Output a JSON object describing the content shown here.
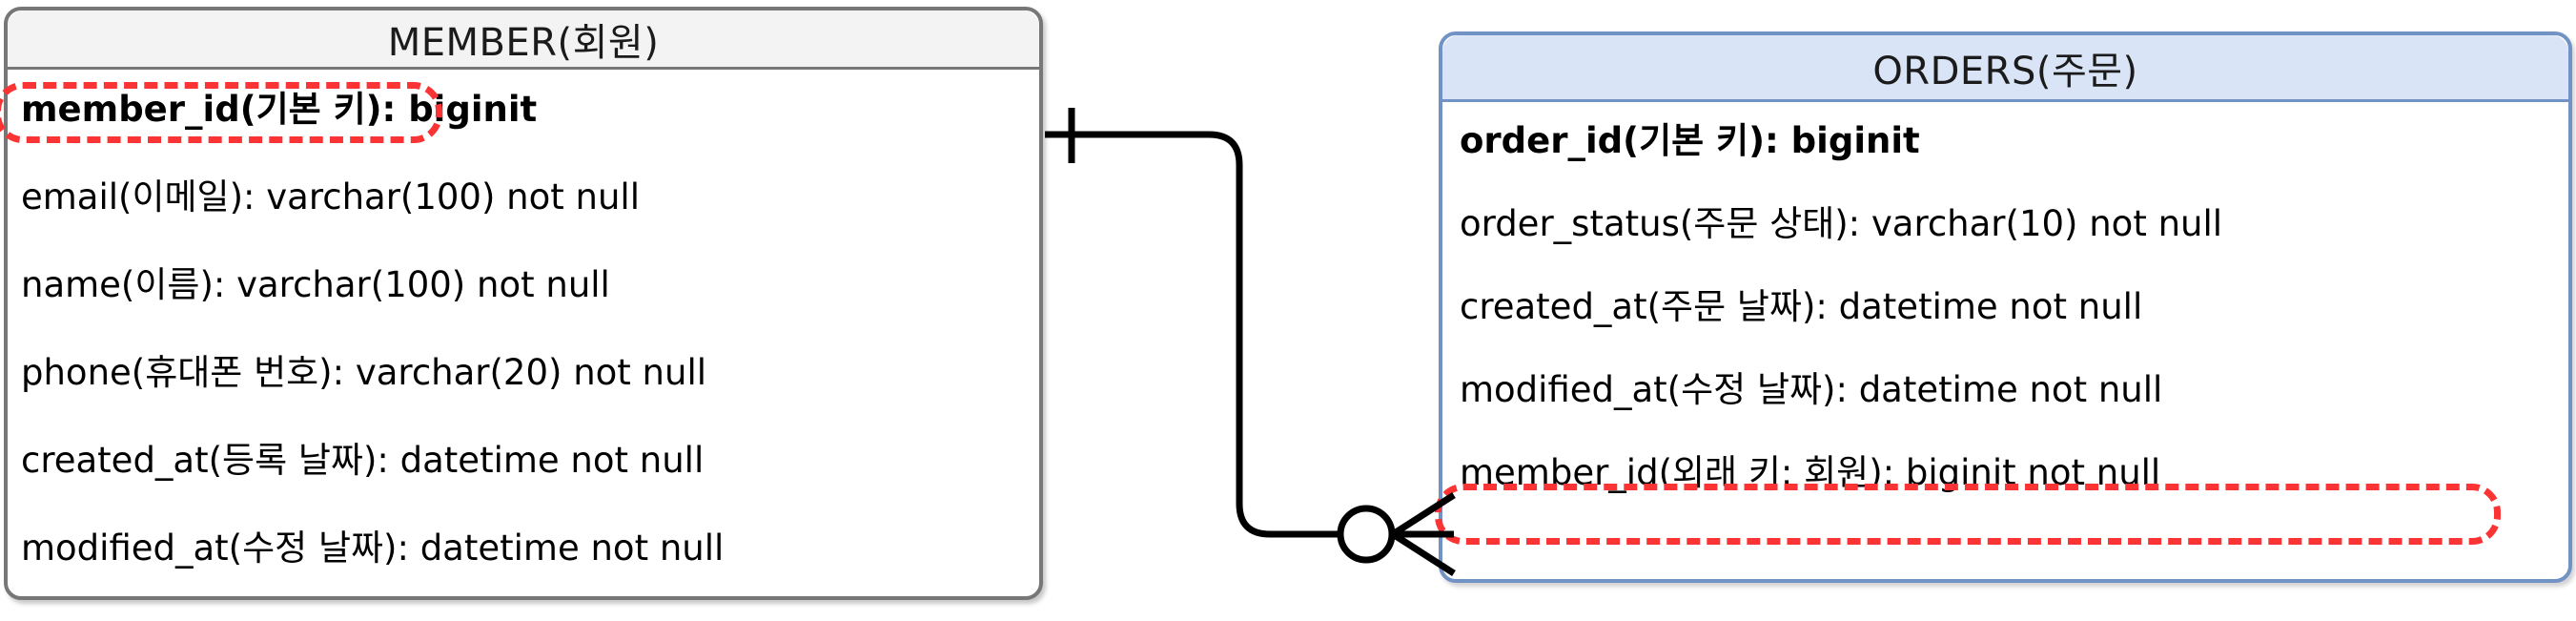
{
  "diagram": {
    "title": "MEMBER to ORDERS entity relationship diagram",
    "colors": {
      "member_header_fill": "#f3f3f3",
      "member_border": "#777777",
      "orders_header_fill": "#d9e5f7",
      "orders_border": "#7192c4",
      "highlight_red": "#fa3434",
      "connector_line": "#000000"
    }
  },
  "entities": {
    "member": {
      "title": "MEMBER(회원)",
      "attributes": [
        {
          "text": "member_id(기본 키): biginit",
          "is_key": true,
          "highlighted": true
        },
        {
          "text": "email(이메일): varchar(100) not null",
          "is_key": false,
          "highlighted": false
        },
        {
          "text": "name(이름): varchar(100) not null",
          "is_key": false,
          "highlighted": false
        },
        {
          "text": "phone(휴대폰 번호): varchar(20) not null",
          "is_key": false,
          "highlighted": false
        },
        {
          "text": "created_at(등록 날짜): datetime not null",
          "is_key": false,
          "highlighted": false
        },
        {
          "text": "modified_at(수정 날짜): datetime not null",
          "is_key": false,
          "highlighted": false
        }
      ]
    },
    "orders": {
      "title": "ORDERS(주문)",
      "attributes": [
        {
          "text": "order_id(기본 키): biginit",
          "is_key": true,
          "highlighted": false
        },
        {
          "text": "order_status(주문 상태): varchar(10) not null",
          "is_key": false,
          "highlighted": false
        },
        {
          "text": "created_at(주문 날짜): datetime not null",
          "is_key": false,
          "highlighted": false
        },
        {
          "text": "modified_at(수정 날짜): datetime not null",
          "is_key": false,
          "highlighted": false
        },
        {
          "text": "member_id(외래 키: 회원): biginit not null",
          "is_key": false,
          "highlighted": true
        }
      ]
    }
  },
  "relationship": {
    "from_entity": "MEMBER(회원)",
    "to_entity": "ORDERS(주문)",
    "from_cardinality": "one",
    "to_cardinality": "zero-or-many",
    "notation": "crows-foot"
  }
}
